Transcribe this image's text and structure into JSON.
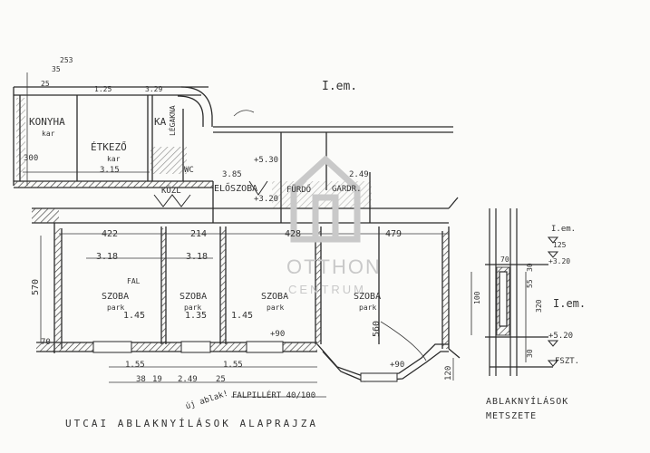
{
  "floor_label": "I.em.",
  "rooms": {
    "konyha": "KONYHA",
    "etkezo": "ÉTKEZŐ",
    "kamra": "KA",
    "legakna": "LÉGAKNA",
    "eloszoba": "ELŐSZOBA",
    "furdo": "FÜRDŐ",
    "gardrob": "GARDR.",
    "kozl": "KÖZL",
    "wc": "WC",
    "szoba1": "SZOBA",
    "szoba2": "SZOBA",
    "szoba3": "SZOBA",
    "szoba4": "SZOBA"
  },
  "floor_finish": {
    "konyha": "kar",
    "etkezo": "kar",
    "szoba1": "park",
    "szoba2": "park",
    "szoba3": "park",
    "szoba4": "park"
  },
  "dimensions": {
    "top_left_a": "25",
    "top_left_b": "35",
    "top_left_c": "253",
    "konyha_height": "300",
    "etkezo_width": "3.15",
    "top_mid": "1.25",
    "top_right": "3.29",
    "h_530": "+5.30",
    "h_320": "+3.20",
    "dim_385": "3.85",
    "dim_249": "2.49",
    "span_422": "422",
    "span_214": "214",
    "span_428": "428",
    "span_479": "479",
    "w_318a": "3.18",
    "w_318b": "3.18",
    "height_570": "570",
    "win_145a": "1.45",
    "win_135": "1.35",
    "win_145b": "1.45",
    "sill_90": "+90",
    "sill_90b": "+90",
    "h_560": "560",
    "left_70": "70",
    "bottom_155a": "1.55",
    "bottom_155b": "1.55",
    "bottom_249": "2.49",
    "bottom_38": "38",
    "bottom_19": "19",
    "bottom_25": "25",
    "right_120": "120",
    "falpillert": "FALPILLÉRT 40/100",
    "ujablak": "új ablak!",
    "fal": "FAL"
  },
  "section": {
    "floor": "I.em.",
    "level_125": "125",
    "level_320": "+3.20",
    "level_520": "+5.20",
    "fszt": "FSZT.",
    "dims": [
      "70",
      "100",
      "55",
      "30",
      "320",
      "30"
    ]
  },
  "titles": {
    "plan": "UTCAI ABLAKNYÍLÁSOK ALAPRAJZA",
    "section": "ABLAKNYÍLÁSOK METSZETE"
  },
  "watermark": {
    "line1": "OTTHON",
    "line2": "CENTRUM"
  }
}
